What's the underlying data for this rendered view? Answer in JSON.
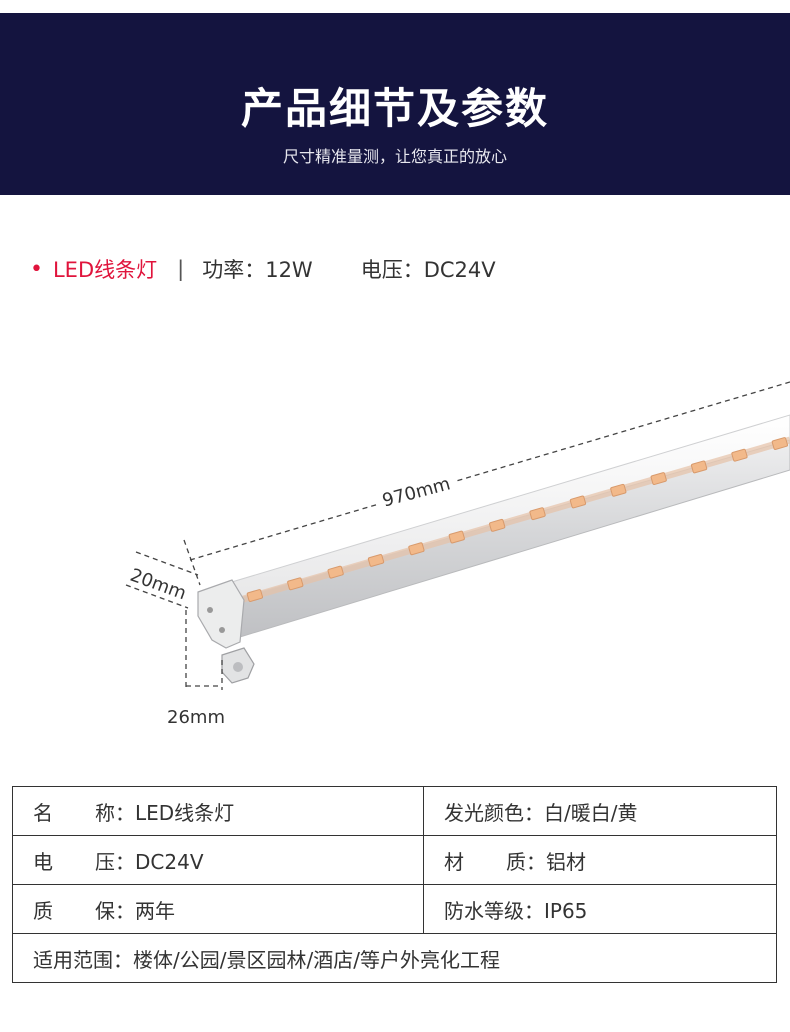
{
  "header": {
    "title": "产品细节及参数",
    "subtitle": "尺寸精准量测，让您真正的放心"
  },
  "spec_line": {
    "bullet": "•",
    "product": "LED线条灯",
    "separator": "|",
    "power": "功率：12W",
    "voltage": "电压：DC24V"
  },
  "figure": {
    "length_label": "970mm",
    "height_label": "20mm",
    "width_label": "26mm",
    "colors": {
      "dimension_line": "#444444",
      "housing": "#d9dadc",
      "led": "#f2b98a"
    }
  },
  "params": {
    "rows": [
      {
        "left_label_a": "名",
        "left_label_b": "称：",
        "left_value": "LED线条灯",
        "right_label": "发光颜色：",
        "right_value": "白/暖白/黄"
      },
      {
        "left_label_a": "电",
        "left_label_b": "压：",
        "left_value": "DC24V",
        "right_label_a": "材",
        "right_label_b": "质：",
        "right_value": "铝材"
      },
      {
        "left_label_a": "质",
        "left_label_b": "保：",
        "left_value": "两年",
        "right_label": "防水等级：",
        "right_value": "IP65"
      }
    ],
    "usage": {
      "label": "适用范围：",
      "value": "楼体/公园/景区园林/酒店/等户外亮化工程"
    }
  }
}
